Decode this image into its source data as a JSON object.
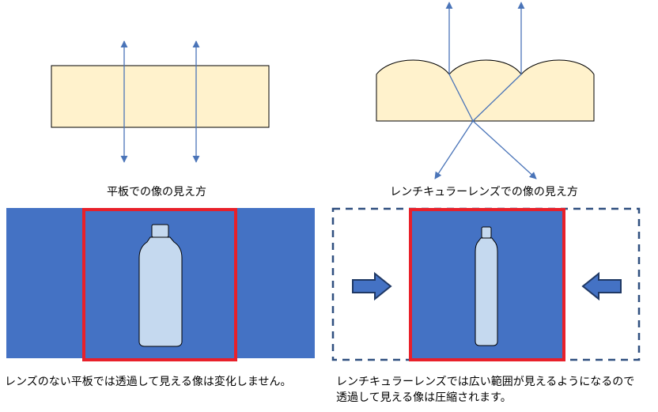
{
  "colors": {
    "panel_blue": "#4472C4",
    "frame_red": "#E8202A",
    "lens_fill": "#FFF2CC",
    "bottle_fill": "#C5D9EF",
    "ray_blue": "#4A74B8",
    "dashed_navy": "#2F4F7F"
  },
  "captions": {
    "flat_plate": "平板での像の見え方",
    "lenticular": "レンチキュラーレンズでの像の見え方"
  },
  "descriptions": {
    "flat_plate": "レンズのない平板では透過して見える像は変化しません。",
    "lenticular_line1": "レンチキュラーレンズでは広い範囲が見えるようになるので",
    "lenticular_line2": "透過して見える像は圧縮されます。"
  },
  "icons": {
    "left_arrow": "arrow-right-icon",
    "right_arrow": "arrow-left-icon",
    "bottle": "bottle-icon"
  }
}
